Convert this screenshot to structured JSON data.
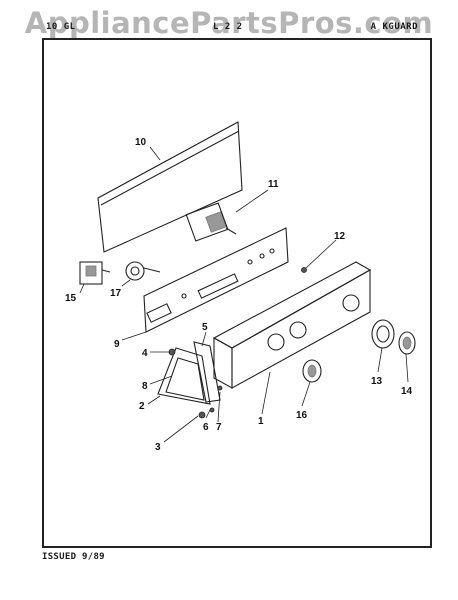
{
  "watermark": "AppliancePartsPros.com",
  "header": {
    "left": "10 GL",
    "middle": "L 2 2",
    "right": "A KGUARD"
  },
  "footer": {
    "issued": "ISSUED 9/89"
  },
  "callouts": {
    "c1": "1",
    "c2": "2",
    "c3": "3",
    "c4": "4",
    "c5": "5",
    "c6": "6",
    "c7": "7",
    "c8": "8",
    "c9": "9",
    "c10": "10",
    "c11": "11",
    "c12": "12",
    "c13": "13",
    "c14": "14",
    "c15": "15",
    "c16": "16",
    "c17": "17"
  }
}
